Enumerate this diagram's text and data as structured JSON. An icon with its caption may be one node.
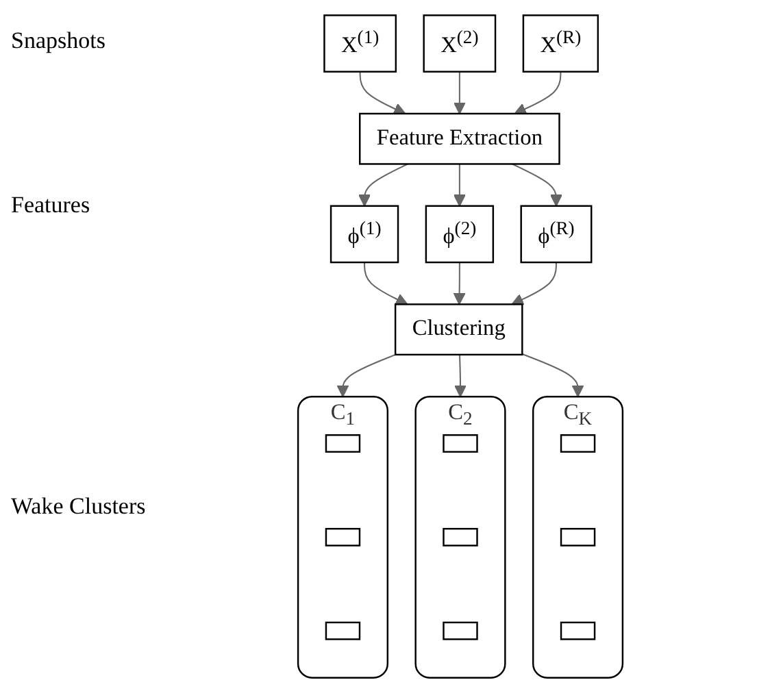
{
  "diagram": {
    "nodes": [
      {
        "text": [
          "X$^{(1)}$"
        ]
      },
      {
        "text": [
          "X$^{(2)}$"
        ]
      },
      {
        "text": [
          "X$^{(R)}$"
        ]
      },
      {
        "text": [
          "Feature Extraction"
        ]
      },
      {
        "text": [
          "ϕ$^{(1)}$"
        ]
      },
      {
        "text": [
          "ϕ$^{(2)}$"
        ]
      },
      {
        "text": [
          "ϕ$^{(R)}$"
        ]
      },
      {
        "text": [
          "Clustering"
        ]
      },
      {
        "text": [
          "C$_{1}$"
        ]
      },
      {
        "text": [
          "C$_{2}$"
        ]
      },
      {
        "text": [
          "C$_{K}$"
        ]
      },
      {
        "text": [],
        "shape": "box",
        "in": 8
      },
      {
        "text": [],
        "shape": "box",
        "in": 8
      },
      {
        "text": [],
        "shape": "box",
        "in": 8
      },
      {
        "text": [],
        "shape": "box",
        "in": 9
      },
      {
        "text": [],
        "shape": "box",
        "in": 9
      },
      {
        "text": [],
        "shape": "box",
        "in": 9
      },
      {
        "text": [],
        "shape": "box",
        "in": 10
      },
      {
        "text": [],
        "shape": "box",
        "in": 10
      },
      {
        "text": [],
        "shape": "box",
        "in": 10
      }
    ],
    "edges": [
      {
        "from": 0,
        "to": 3,
        "arrow": "to"
      },
      {
        "from": 1,
        "to": 3,
        "arrow": "to"
      },
      {
        "from": 2,
        "to": 3,
        "arrow": "to"
      },
      {
        "from": 3,
        "to": 4,
        "arrow": "to"
      },
      {
        "from": 3,
        "to": 5,
        "arrow": "to"
      },
      {
        "from": 3,
        "to": 6,
        "arrow": "to"
      },
      {
        "from": 4,
        "to": 7,
        "arrow": "to"
      },
      {
        "from": 5,
        "to": 7,
        "arrow": "to"
      },
      {
        "from": 6,
        "to": 7,
        "arrow": "to"
      },
      {
        "from": 7,
        "to": 8,
        "arrow": "to"
      },
      {
        "from": 7,
        "to": 9,
        "arrow": "to"
      },
      {
        "from": 7,
        "to": 10,
        "arrow": "to"
      }
    ],
    "labels": [
      "Snapshots",
      "Features",
      "Wake Clusters"
    ]
  }
}
